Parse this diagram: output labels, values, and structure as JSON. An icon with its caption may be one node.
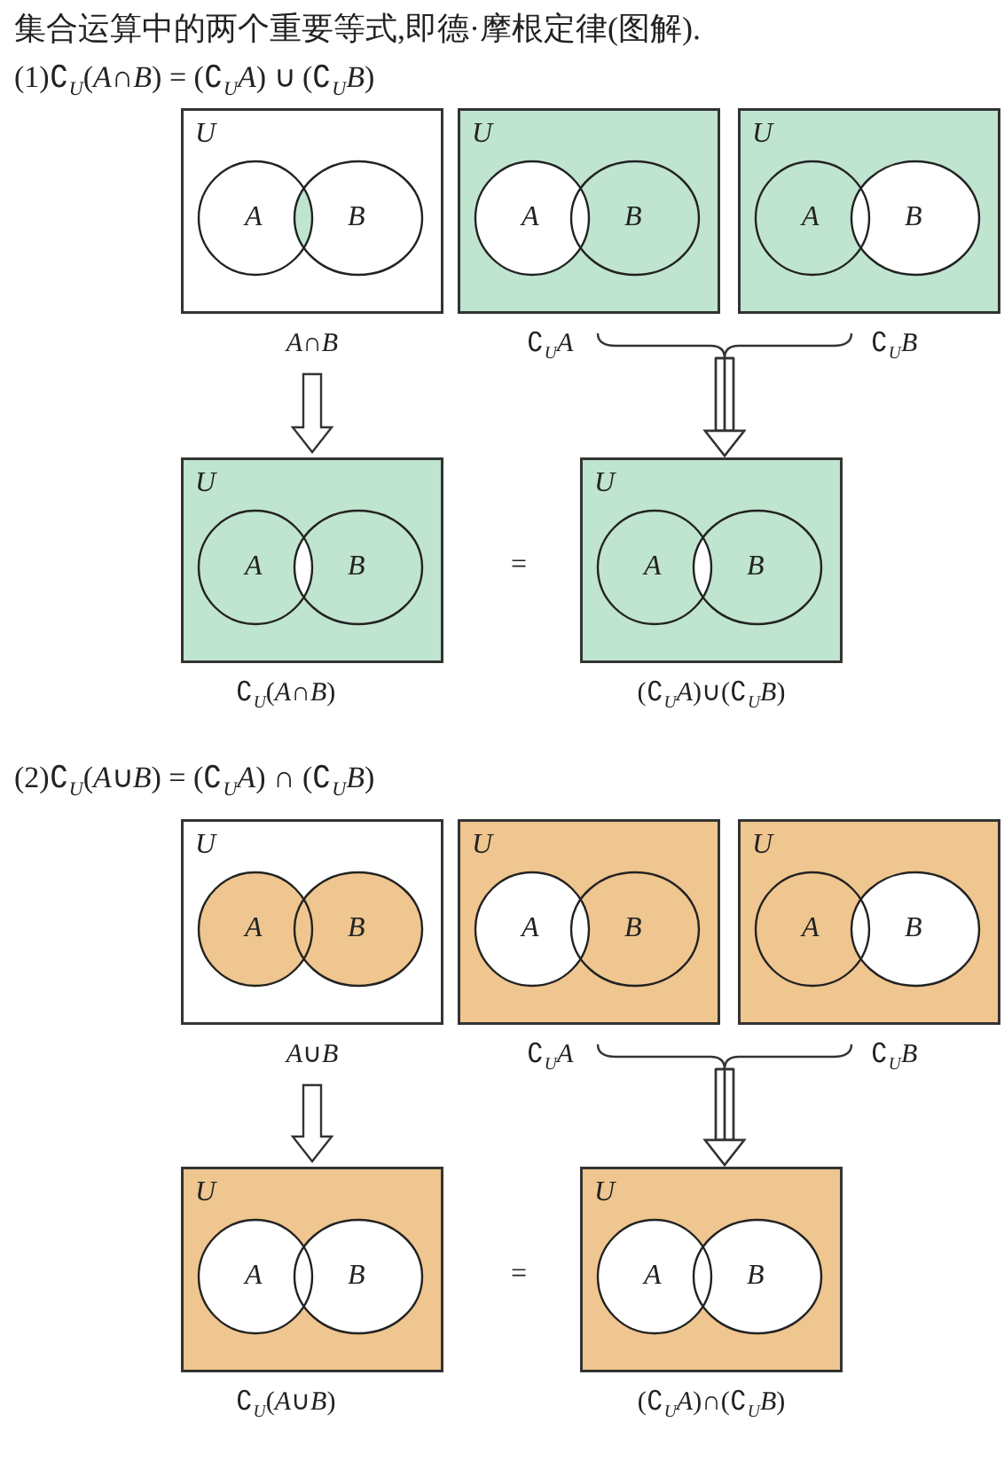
{
  "diagram": {
    "title": "集合运算中的两个重要等式,即德·摩根定律(图解).",
    "nodes": [
      {
        "text": [
          "U",
          "A",
          "B"
        ],
        "beside": [
          "*A*∩*B*"
        ]
      },
      {
        "text": [
          "U",
          "A",
          "B"
        ],
        "beside": [
          "∁$_{U}$*A*"
        ]
      },
      {
        "text": [
          "U",
          "A",
          "B"
        ],
        "beside": [
          "∁$_{U}$*B*"
        ]
      },
      {
        "text": [
          "U",
          "A",
          "B"
        ],
        "beside": [
          "∁$_{U}$(*A*∩*B*)"
        ]
      },
      {
        "text": [
          "U",
          "A",
          "B"
        ],
        "beside": [
          "(∁$_{U}$*A*)∪(∁$_{U}$*B*)"
        ]
      },
      {
        "text": [
          "U",
          "A",
          "B"
        ],
        "beside": [
          "*A*∪*B*"
        ]
      },
      {
        "text": [
          "U",
          "A",
          "B"
        ],
        "beside": [
          "∁$_{U}$*A*"
        ]
      },
      {
        "text": [
          "U",
          "A",
          "B"
        ],
        "beside": [
          "∁$_{U}$*B*"
        ]
      },
      {
        "text": [
          "U",
          "A",
          "B"
        ],
        "beside": [
          "∁$_{U}$(*A*∪*B*)"
        ]
      },
      {
        "text": [
          "U",
          "A",
          "B"
        ],
        "beside": [
          "(∁$_{U}$*A*)∩(∁$_{U}$*B*)"
        ]
      }
    ],
    "edges": [
      {
        "from": 0,
        "to": 3,
        "arrow": "to"
      },
      {
        "from": 1,
        "to": 4,
        "arrow": "to"
      },
      {
        "from": 2,
        "to": 4,
        "arrow": "to"
      },
      {
        "from": 5,
        "to": 8,
        "arrow": "to"
      },
      {
        "from": 6,
        "to": 9,
        "arrow": "to"
      },
      {
        "from": 7,
        "to": 9,
        "arrow": "to"
      }
    ],
    "labels": [
      "(1)∁$_{U}$(*A*∩*B*) = (∁$_{U}$*A*) ∪ (∁$_{U}$*B*)",
      "=",
      "(2)∁$_{U}$(*A*∪*B*) = (∁$_{U}$*A*) ∩ (∁$_{U}$*B*)",
      "="
    ]
  }
}
